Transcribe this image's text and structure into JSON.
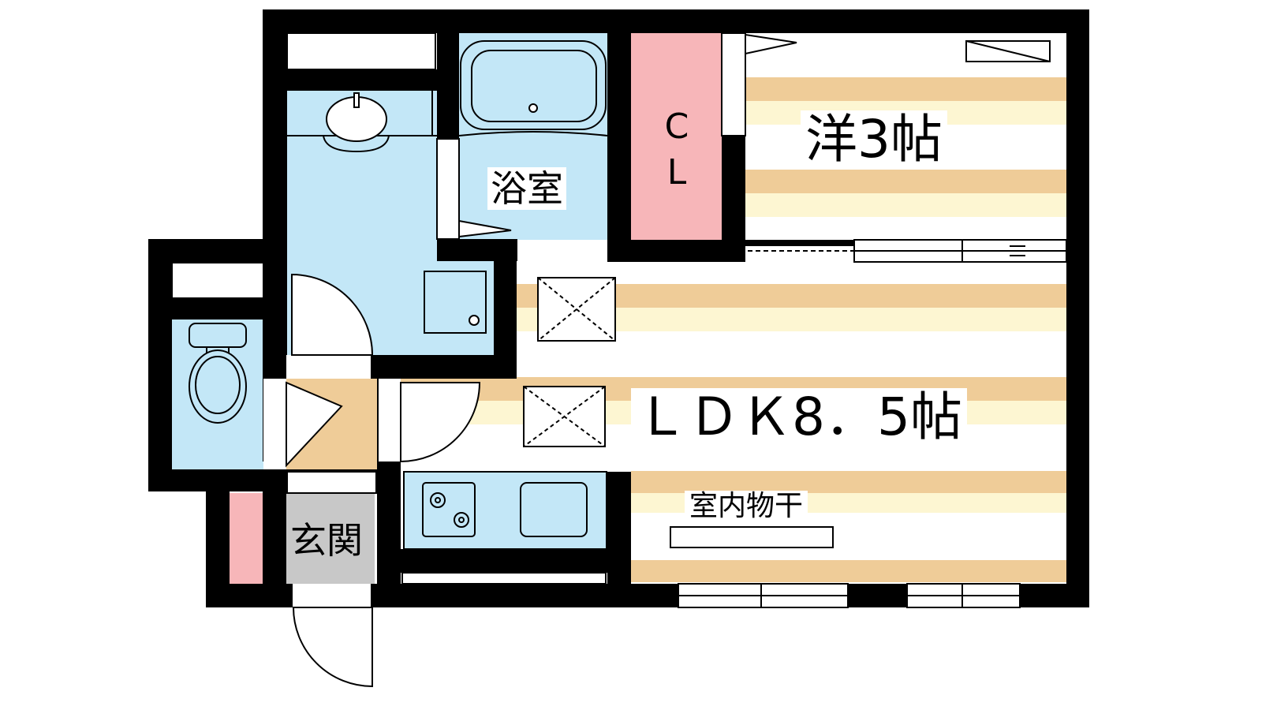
{
  "rooms": {
    "western": {
      "label": "洋3帖"
    },
    "ldk": {
      "label": "ＬＤＫ8．5帖"
    },
    "bathroom": {
      "label": "浴室"
    },
    "entrance": {
      "label": "玄関"
    },
    "closet": {
      "line1": "C",
      "line2": "L"
    },
    "drying": {
      "label": "室内物干"
    }
  },
  "colors": {
    "wall": "#000000",
    "wet_area": "#c3e7f7",
    "closet": "#f7b6b9",
    "floor_stripe": "#efcc98",
    "floor_light": "#fdf6d2",
    "entrance_floor": "#efcc98",
    "tile": "#c8c8c8"
  }
}
